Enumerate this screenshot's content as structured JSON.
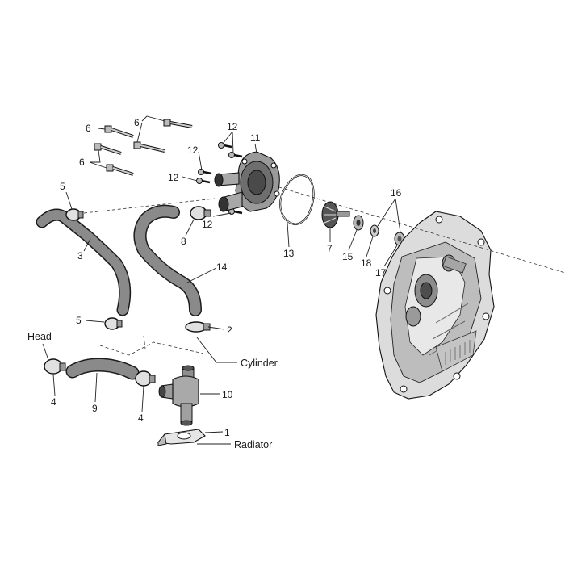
{
  "diagram": {
    "callouts": {
      "c1": "1",
      "c2": "2",
      "c3": "3",
      "c4a": "4",
      "c4b": "4",
      "c5a": "5",
      "c5b": "5",
      "c6a": "6",
      "c6b": "6",
      "c6c": "6",
      "c7": "7",
      "c8": "8",
      "c9": "9",
      "c10": "10",
      "c11": "11",
      "c12a": "12",
      "c12b": "12",
      "c12c": "12",
      "c12d": "12",
      "c13": "13",
      "c14": "14",
      "c15": "15",
      "c16": "16",
      "c17": "17",
      "c18": "18"
    },
    "words": {
      "head": "Head",
      "cylinder": "Cylinder",
      "radiator": "Radiator"
    },
    "colors": {
      "ink": "#111111",
      "part_fill": "#c9c9c9",
      "hose_fill": "#8a8a8a"
    }
  }
}
